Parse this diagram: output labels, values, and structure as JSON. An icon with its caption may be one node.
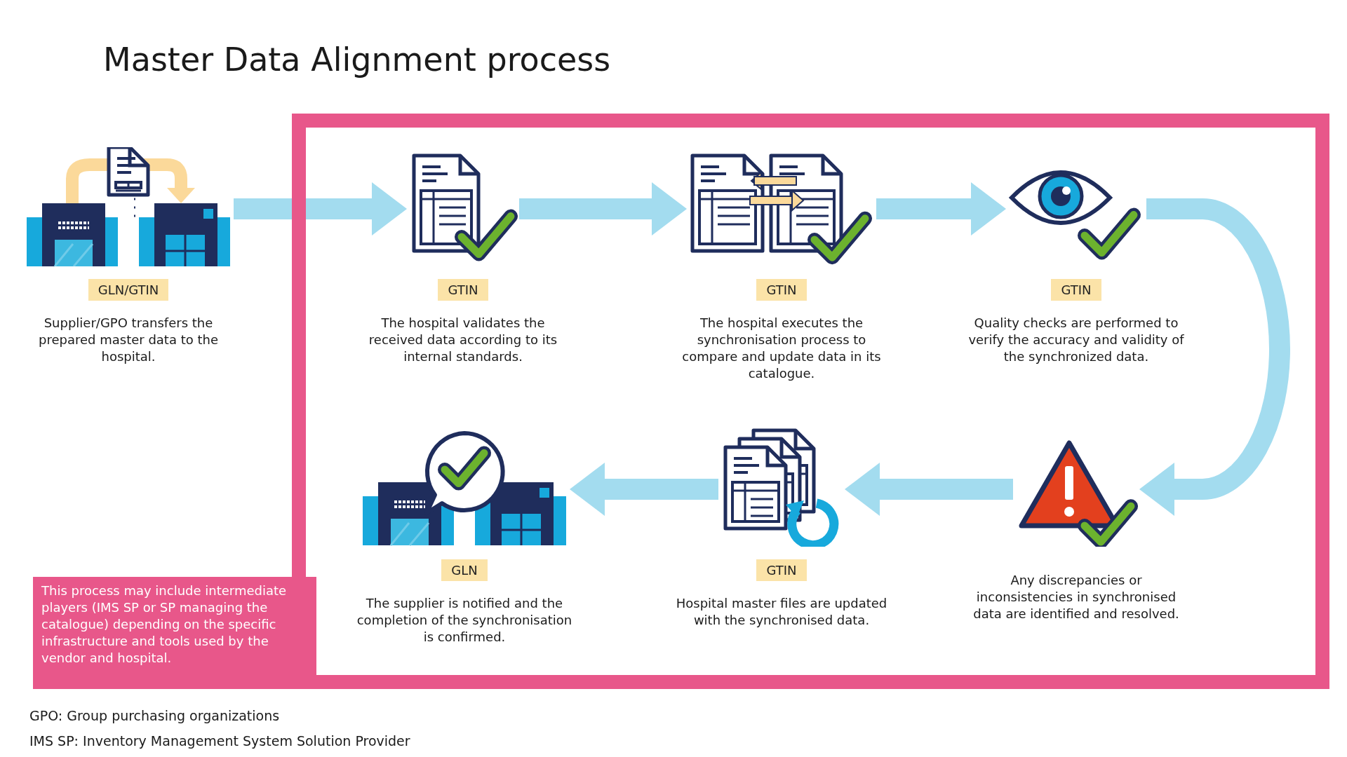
{
  "diagram": {
    "title": "Master Data Alignment process",
    "nodes": [
      {
        "text": [
          "GLN/GTIN",
          "Supplier/GPO transfers the prepared master data to the hospital."
        ]
      },
      {
        "text": [],
        "shape": "box"
      },
      {
        "text": [
          "GTIN",
          "The hospital validates the received data according to its internal standards."
        ],
        "in": 1
      },
      {
        "text": [
          "GTIN",
          "The hospital executes the synchronisation process to compare and update data in its catalogue."
        ],
        "in": 1
      },
      {
        "text": [
          "GTIN",
          "Quality checks are performed to verify the accuracy and validity of the synchronized data."
        ],
        "in": 1
      },
      {
        "text": [
          "Any discrepancies or inconsistencies in synchronised data are identified and resolved."
        ],
        "in": 1
      },
      {
        "text": [
          "GTIN",
          "Hospital master files are updated with the synchronised data."
        ],
        "in": 1
      },
      {
        "text": [
          "GLN",
          "The supplier is notified and the completion of the synchronisation is confirmed."
        ],
        "in": 1
      },
      {
        "text": [
          "This process may include intermediate players (IMS SP or SP managing the catalogue) depending on the specific infrastructure and tools used by the vendor and hospital."
        ]
      }
    ],
    "edges": [
      {
        "from": 0,
        "to": 2,
        "arrow": "to"
      },
      {
        "from": 2,
        "to": 3,
        "arrow": "to"
      },
      {
        "from": 3,
        "to": 4,
        "arrow": "to"
      },
      {
        "from": 4,
        "to": 5,
        "arrow": "to"
      },
      {
        "from": 5,
        "to": 6,
        "arrow": "to"
      },
      {
        "from": 6,
        "to": 7,
        "arrow": "to"
      }
    ],
    "labels": [
      "GPO: Group purchasing organizations",
      "IMS SP: Inventory Management System Solution Provider"
    ]
  }
}
